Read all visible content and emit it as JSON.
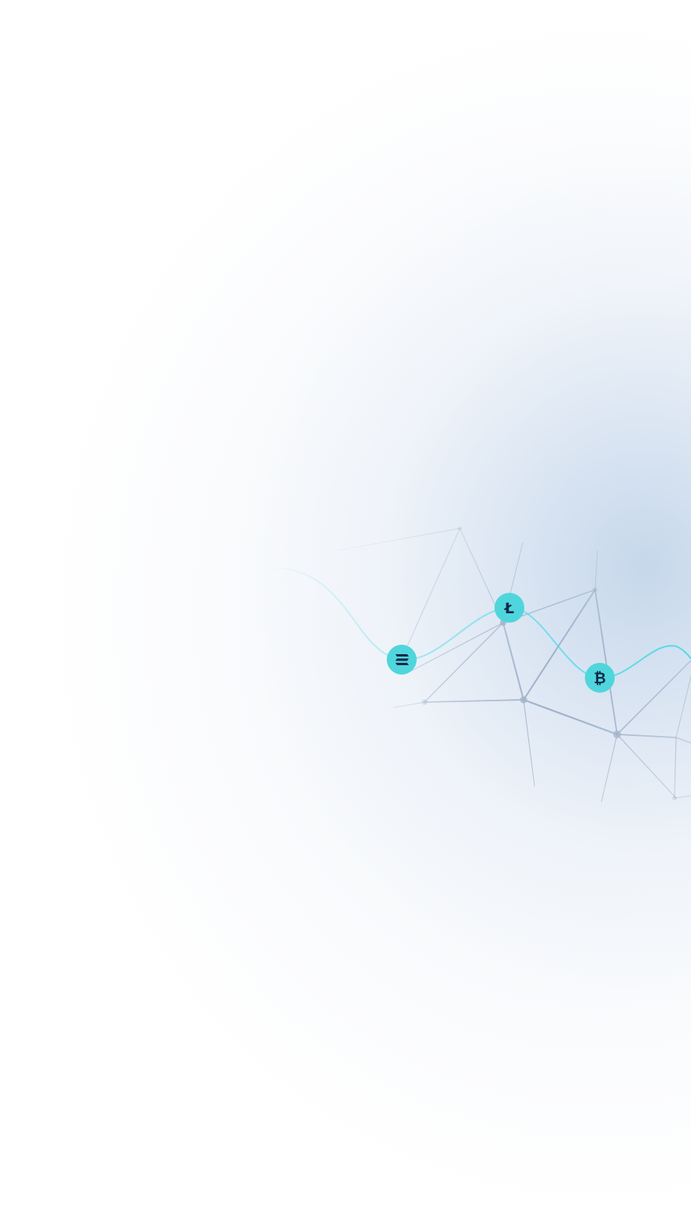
{
  "colors": {
    "accent": "#4fd6dc",
    "line": "#4fdbe6",
    "network": "#9fb0c8",
    "glyph": "#13294a"
  },
  "coins": [
    {
      "name": "solana",
      "icon": "solana-icon",
      "glyph": "≋"
    },
    {
      "name": "litecoin",
      "icon": "litecoin-icon",
      "glyph": "Ł"
    },
    {
      "name": "bitcoin",
      "icon": "bitcoin-icon",
      "glyph": "₿"
    }
  ]
}
